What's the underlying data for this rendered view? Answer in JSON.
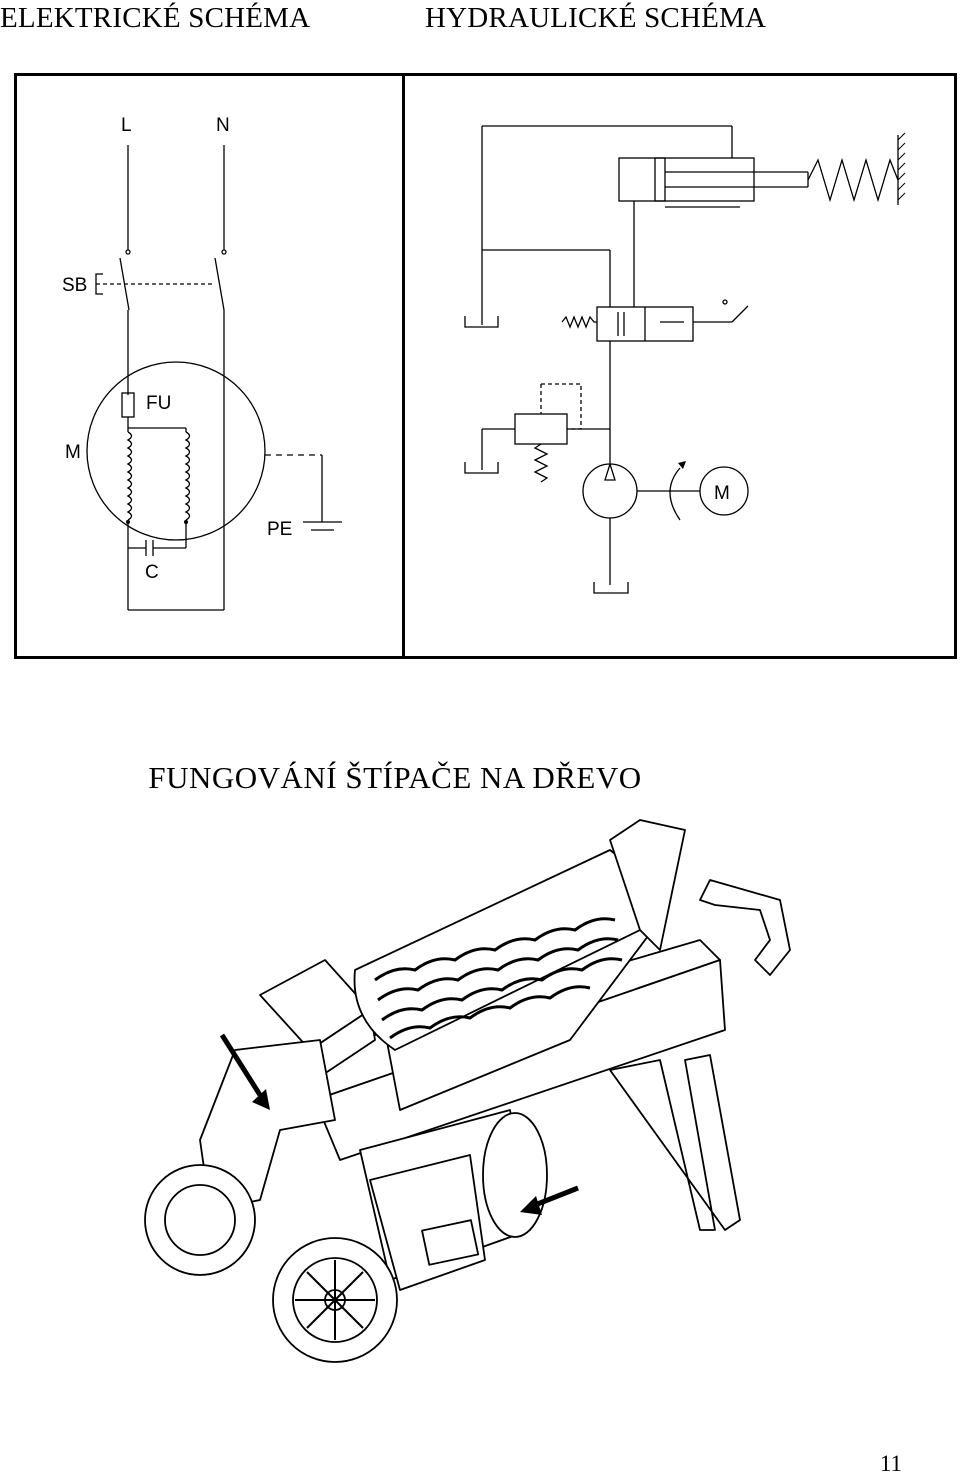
{
  "header": {
    "electrical_title": "ELEKTRICKÉ SCHÉMA",
    "hydraulic_title": "HYDRAULICKÉ SCHÉMA"
  },
  "electrical": {
    "labels": {
      "line": "L",
      "neutral": "N",
      "switch": "SB",
      "fuse": "FU",
      "motor": "M",
      "earth": "PE",
      "capacitor": "C"
    }
  },
  "hydraulic": {
    "labels": {
      "motor": "M"
    }
  },
  "section_title": "FUNGOVÁNÍ ŠTÍPAČE NA DŘEVO",
  "page_number": "11"
}
